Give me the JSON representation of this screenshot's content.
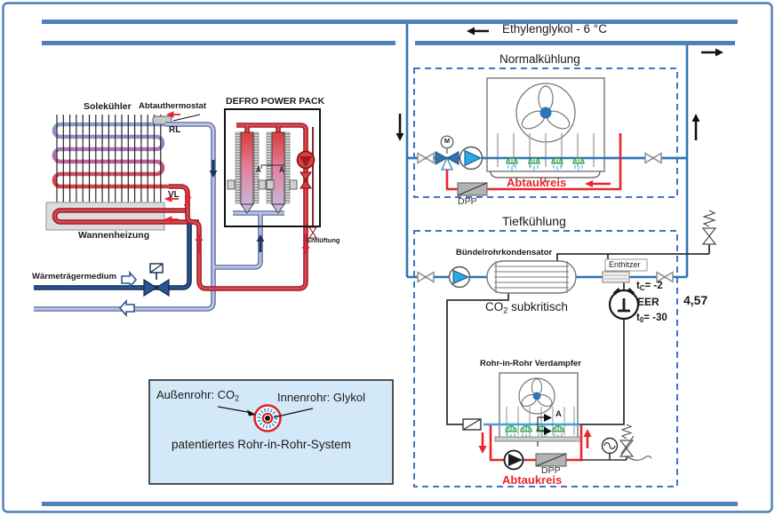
{
  "header": {
    "glycol_label": "Ethylenglykol - 6 °C",
    "flow_left_icon": "arrow-left",
    "flow_right_icon": "arrow-right"
  },
  "normal_cooling": {
    "title": "Normalkühlung",
    "defrost_label": "Abtaukreis",
    "dpp_label": "DPP",
    "motor_label": "M"
  },
  "deep_cooling": {
    "title": "Tiefkühlung",
    "condenser_label": "Bündelrohrkondensator",
    "desuperheater_label": "Enthitzer",
    "co2_prefix": "CO",
    "co2_sub": "2",
    "co2_suffix": " subkritisch",
    "tc_prefix": "t",
    "tc_sub": "C",
    "tc_value": "= -2",
    "eer_label": "EER",
    "eer_value": "4,57",
    "t0_prefix": "t",
    "t0_sub": "0",
    "t0_value": "= -30",
    "evaporator_label": "Rohr-in-Rohr Verdampfer",
    "section_marker": "A",
    "dpp_label": "DPP",
    "defrost_label": "Abtaukreis"
  },
  "left_side": {
    "brine_cooler_label": "Solekühler",
    "defrost_thermostat_label": "Abtauthermostat",
    "return_line_label": "RL",
    "supply_line_label": "VL",
    "tray_heater_label": "Wannenheizung",
    "heat_medium_label": "Wärmeträgermedium",
    "power_pack_label": "DEFRO POWER PACK",
    "vent_label": "Entlüftung",
    "section_marker_1": "Ȧ",
    "section_marker_2": "Ȧ"
  },
  "info_box": {
    "outer_pipe_prefix": "Außenrohr: CO",
    "outer_pipe_sub": "2",
    "inner_pipe_label": "Innenrohr: Glykol",
    "patent_label": "patentiertes Rohr-in-Rohr-System"
  },
  "colors": {
    "header_bar": "#4f81bd",
    "pipe_blue": "#2e75b6",
    "vapor_blue": "#3fa0dc",
    "defrost_red": "#e8262d",
    "dashed_border": "#4472c4",
    "info_box_bg": "#d3e9f7",
    "sprinkler_green": "#2e9e4f"
  }
}
